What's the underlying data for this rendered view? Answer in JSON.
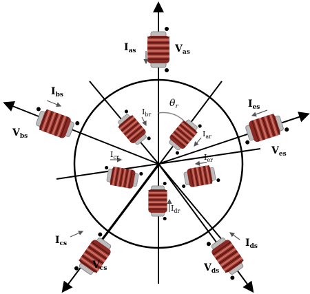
{
  "diagram": {
    "stator_labels": {
      "ias": {
        "main": "I",
        "sub": "as"
      },
      "vas": {
        "main": "V",
        "sub": "as"
      },
      "ibs": {
        "main": "I",
        "sub": "bs"
      },
      "vbs": {
        "main": "V",
        "sub": "bs"
      },
      "ies": {
        "main": "I",
        "sub": "es"
      },
      "ves": {
        "main": "V",
        "sub": "es"
      },
      "ics": {
        "main": "I",
        "sub": "cs"
      },
      "vcs": {
        "main": "V",
        "sub": "cs"
      },
      "ids": {
        "main": "I",
        "sub": "ds"
      },
      "vds": {
        "main": "V",
        "sub": "ds"
      }
    },
    "rotor_labels": {
      "ibr": {
        "main": "I",
        "sub": "br"
      },
      "iar": {
        "main": "I",
        "sub": "ar"
      },
      "icr": {
        "main": "I",
        "sub": "cr"
      },
      "ier": {
        "main": "I",
        "sub": "er"
      },
      "idr": {
        "main": "I",
        "sub": "dr"
      }
    },
    "angle_label": {
      "main": "θ",
      "sub": "r"
    },
    "colors": {
      "coil": "#8b2a25",
      "coil_highlight": "#c96a5e",
      "core": "#bdbdbd",
      "wire": "#000000"
    }
  }
}
